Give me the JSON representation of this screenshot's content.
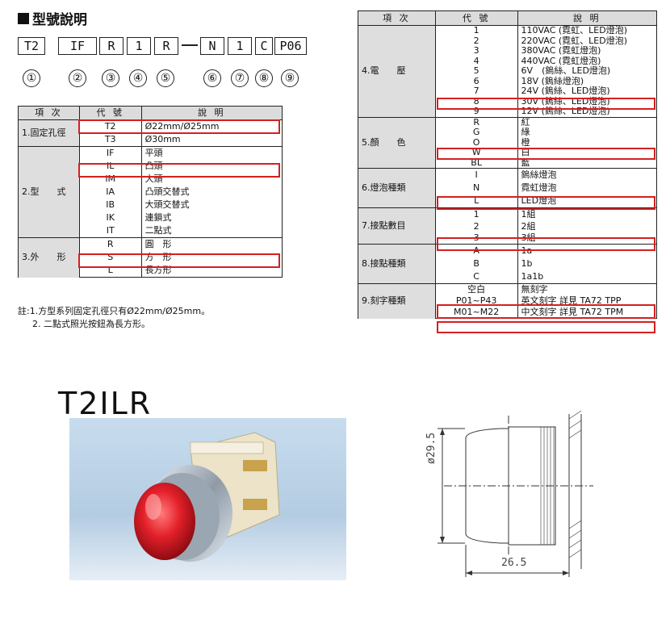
{
  "title": "型號說明",
  "code_parts": [
    "T2",
    "IF",
    "R",
    "1",
    "R",
    "N",
    "1",
    "C",
    "P06"
  ],
  "numbers": [
    "①",
    "②",
    "③",
    "④",
    "⑤",
    "⑥",
    "⑦",
    "⑧",
    "⑨"
  ],
  "left_table": {
    "headers": [
      "項 次",
      "代 號",
      "說 明"
    ],
    "groups": [
      {
        "category": "1.固定孔徑",
        "rows": [
          {
            "code": "T2",
            "desc": "Ø22mm/Ø25mm"
          },
          {
            "code": "T3",
            "desc": "Ø30mm"
          }
        ]
      },
      {
        "category": "2.型　　式",
        "rows": [
          {
            "code": "IF",
            "desc": "平頭"
          },
          {
            "code": "IL",
            "desc": "凸頭"
          },
          {
            "code": "IM",
            "desc": "大頭"
          },
          {
            "code": "IA",
            "desc": "凸頭交替式"
          },
          {
            "code": "IB",
            "desc": "大頭交替式"
          },
          {
            "code": "IK",
            "desc": "連鎖式"
          },
          {
            "code": "IT",
            "desc": "二點式"
          }
        ]
      },
      {
        "category": "3.外　　形",
        "rows": [
          {
            "code": "R",
            "desc": "圓　形"
          },
          {
            "code": "S",
            "desc": "方　形"
          },
          {
            "code": "L",
            "desc": "長方形"
          }
        ]
      }
    ]
  },
  "notes": [
    "註:1.方型系列固定孔徑只有Ø22mm/Ø25mm。",
    "2. 二點式照光按鈕為長方形。"
  ],
  "right_table": {
    "headers": [
      "項 次",
      "代 號",
      "說 明"
    ],
    "groups": [
      {
        "category": "4.電　　壓",
        "rows": [
          {
            "code": "1",
            "desc": "110VAC (霓虹、LED燈泡)"
          },
          {
            "code": "2",
            "desc": "220VAC (霓虹、LED燈泡)"
          },
          {
            "code": "3",
            "desc": "380VAC (霓虹燈泡)"
          },
          {
            "code": "4",
            "desc": "440VAC (霓虹燈泡)"
          },
          {
            "code": "5",
            "desc": "6V　(鎢絲、LED燈泡)"
          },
          {
            "code": "6",
            "desc": "18V (鎢絲燈泡)"
          },
          {
            "code": "7",
            "desc": "24V (鎢絲、LED燈泡)"
          },
          {
            "code": "8",
            "desc": "30V (鎢絲、LED燈泡)"
          },
          {
            "code": "9",
            "desc": "12V (鎢絲、LED燈泡)"
          }
        ]
      },
      {
        "category": "5.顏　　色",
        "rows": [
          {
            "code": "R",
            "desc": "紅"
          },
          {
            "code": "G",
            "desc": "綠"
          },
          {
            "code": "O",
            "desc": "橙"
          },
          {
            "code": "W",
            "desc": "白"
          },
          {
            "code": "BL",
            "desc": "藍"
          }
        ]
      },
      {
        "category": "6.燈泡種類",
        "rows": [
          {
            "code": "I",
            "desc": "鎢絲燈泡"
          },
          {
            "code": "N",
            "desc": "霓虹燈泡"
          },
          {
            "code": "L",
            "desc": "LED燈泡"
          }
        ]
      },
      {
        "category": "7.接點數目",
        "rows": [
          {
            "code": "1",
            "desc": "1組"
          },
          {
            "code": "2",
            "desc": "2組"
          },
          {
            "code": "3",
            "desc": "3組"
          }
        ]
      },
      {
        "category": "8.接點種類",
        "rows": [
          {
            "code": "A",
            "desc": "1a"
          },
          {
            "code": "B",
            "desc": "1b"
          },
          {
            "code": "C",
            "desc": "1a1b"
          }
        ]
      },
      {
        "category": "9.刻字種類",
        "rows": [
          {
            "code": "空白",
            "desc": "無刻字"
          },
          {
            "code": "P01~P43",
            "desc": "英文刻字 詳見 TA72 TPP"
          },
          {
            "code": "M01~M22",
            "desc": "中文刻字 詳見 TA72 TPM"
          }
        ]
      }
    ]
  },
  "model_name": "T2ILR",
  "dimensions": {
    "diameter": "ø29.5",
    "length": "26.5"
  },
  "colors": {
    "highlight": "#d42020",
    "header_bg": "#dcdcdc",
    "photo_bg": "#bcd2e6",
    "lens_red": "#e0202a"
  }
}
